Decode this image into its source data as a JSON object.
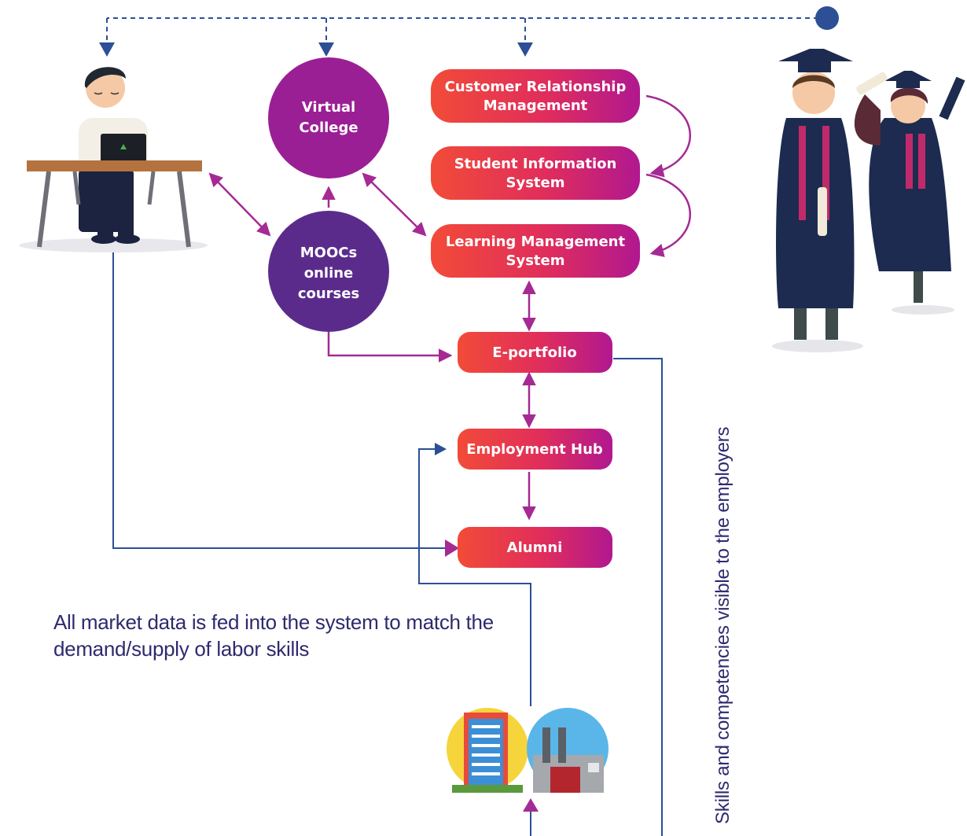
{
  "colors": {
    "dashed_line": "#2c4f96",
    "connector_blue": "#2c4f96",
    "connector_purple": "#a52a94",
    "gradient_start": "#f04a3a",
    "gradient_end": "#b01890",
    "circle_virtual": "#9b1f94",
    "circle_moocs": "#5b2b8c",
    "text_dark": "#2e2a6e"
  },
  "nodes": {
    "virtual_college": {
      "line1": "Virtual",
      "line2": "College"
    },
    "moocs": {
      "line1": "MOOCs",
      "line2": "online",
      "line3": "courses"
    },
    "crm": {
      "line1": "Customer Relationship",
      "line2": "Management"
    },
    "sis": {
      "line1": "Student Information",
      "line2": "System"
    },
    "lms": {
      "line1": "Learning Management",
      "line2": "System"
    },
    "eportfolio": {
      "label": "E-portfolio"
    },
    "employment_hub": {
      "label": "Employment Hub"
    },
    "alumni": {
      "label": "Alumni"
    }
  },
  "captions": {
    "market_data": "All market data is fed into the system to match the demand/supply of labor skills",
    "skills_visible": "Skills and competencies visible to the employers"
  },
  "illustrations": [
    "person-at-laptop-illustration",
    "graduates-illustration",
    "buildings-illustration"
  ]
}
